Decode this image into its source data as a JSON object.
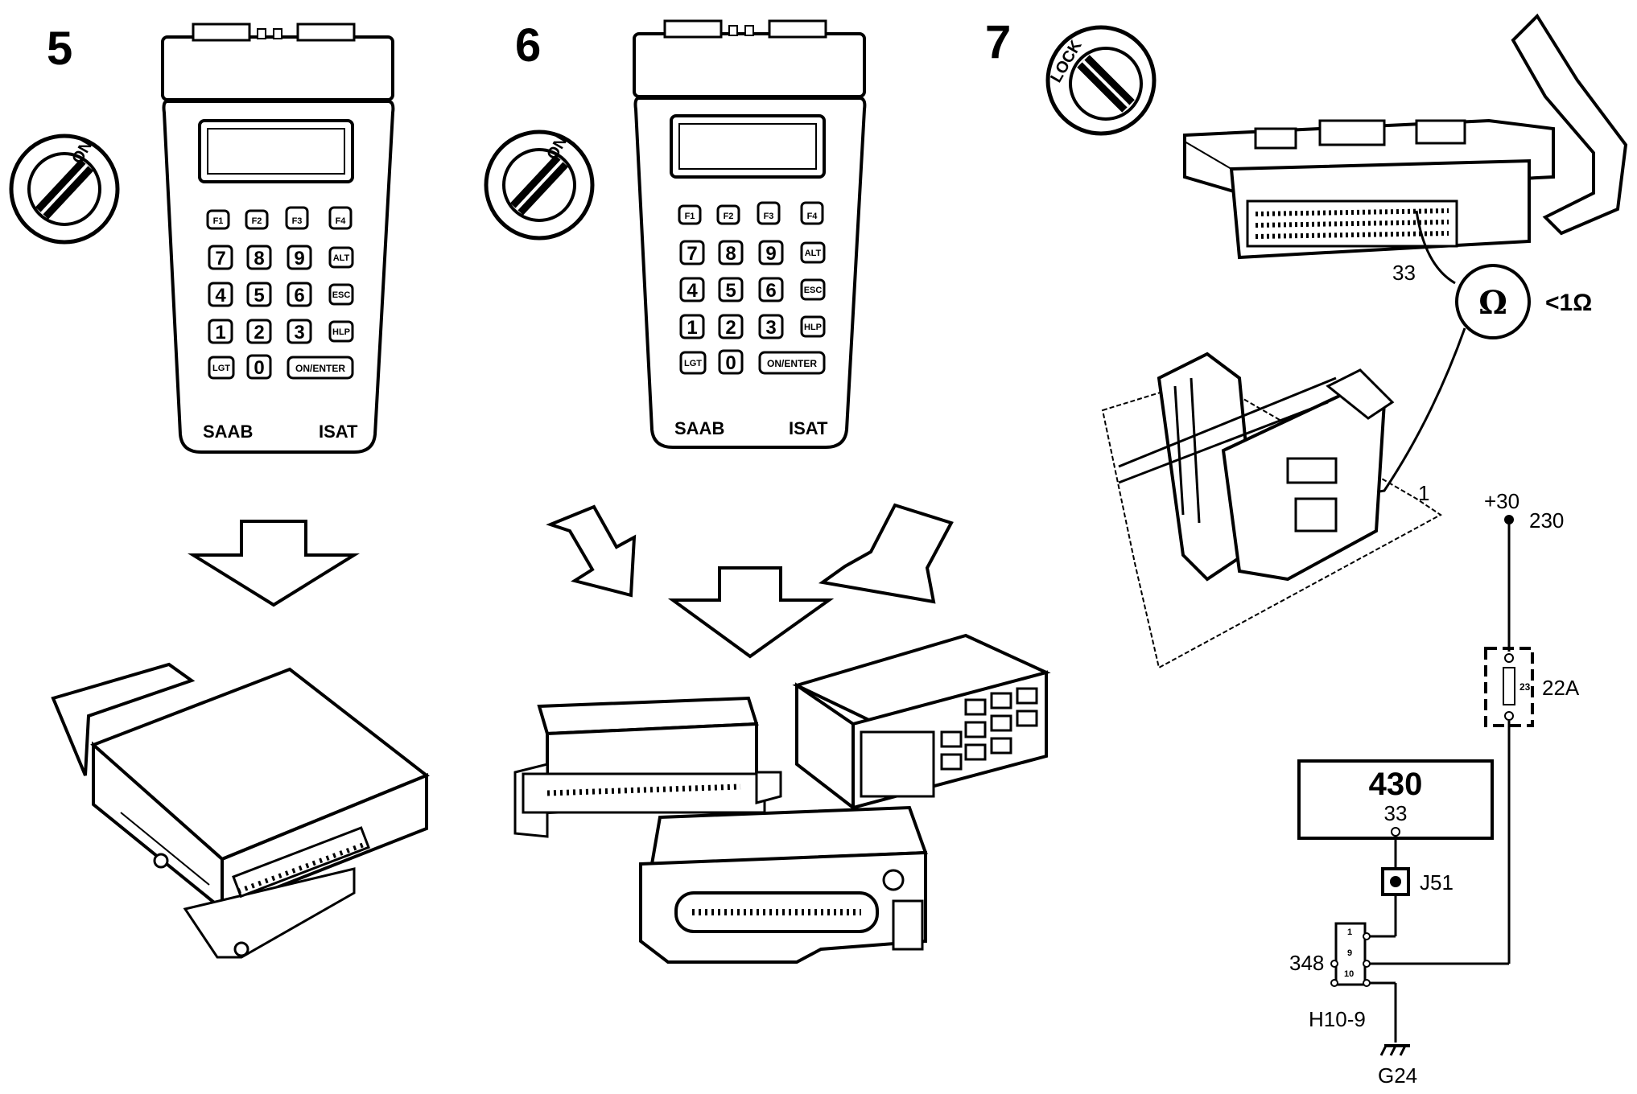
{
  "steps": [
    "5",
    "6",
    "7"
  ],
  "ignition": {
    "on_label": "ON",
    "lock_label": "LOCK"
  },
  "tester": {
    "brand": "SAAB",
    "model": "ISAT",
    "fkeys": [
      "F1",
      "F2",
      "F3",
      "F4"
    ],
    "row1": [
      "7",
      "8",
      "9",
      "ALT"
    ],
    "row2": [
      "4",
      "5",
      "6",
      "ESC"
    ],
    "row3": [
      "1",
      "2",
      "3",
      "HLP"
    ],
    "row4": [
      "LGT",
      "0",
      "ON/ENTER"
    ]
  },
  "measurement": {
    "pin": "33",
    "symbol": "Ω",
    "value": "<1Ω",
    "connector_pin": "1"
  },
  "wiring": {
    "supply": "+30",
    "supply_ref": "230",
    "fuse_number": "23",
    "fuse_box": "22A",
    "module": "430",
    "module_pin": "33",
    "splice": "J51",
    "connector": "348",
    "connector_pins": [
      "1",
      "9",
      "10"
    ],
    "connector_ref": "H10-9",
    "ground": "G24"
  }
}
